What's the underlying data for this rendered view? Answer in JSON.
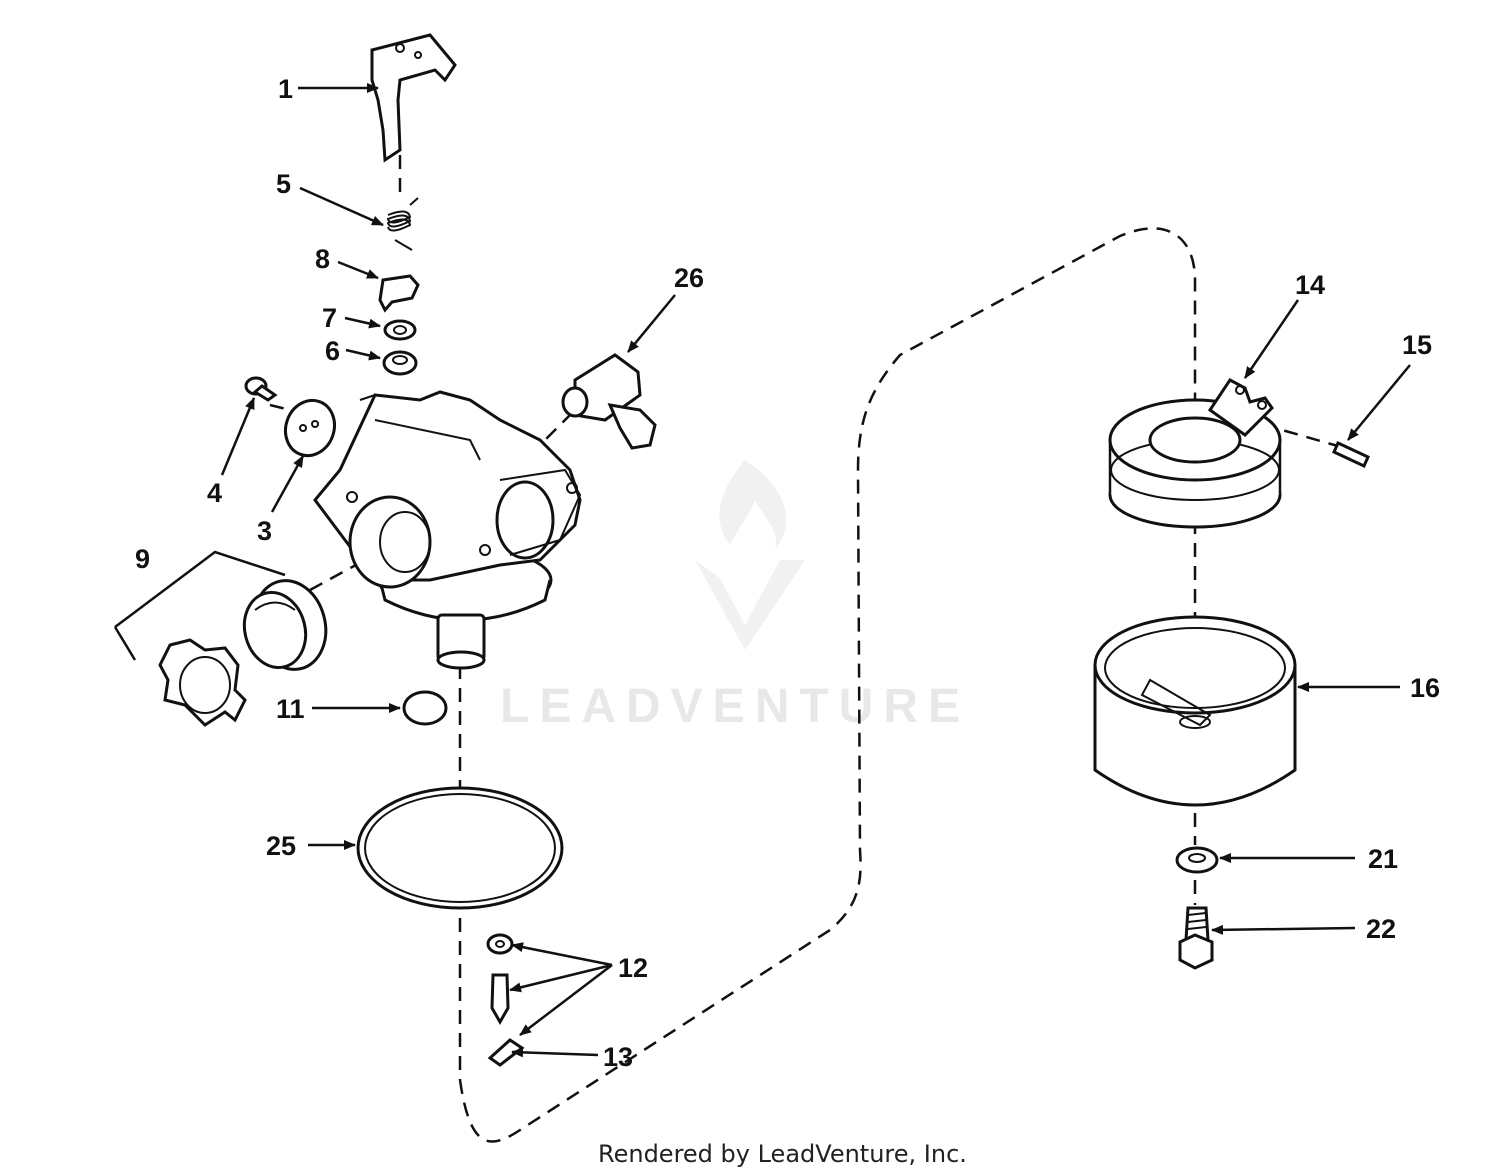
{
  "watermark": "LEADVENTURE",
  "footer": "Rendered by LeadVenture, Inc.",
  "callouts": {
    "c1": "1",
    "c5": "5",
    "c8": "8",
    "c7": "7",
    "c6": "6",
    "c26": "26",
    "c4": "4",
    "c3": "3",
    "c9": "9",
    "c11": "11",
    "c25": "25",
    "c12": "12",
    "c13": "13",
    "c14": "14",
    "c15": "15",
    "c16": "16",
    "c21": "21",
    "c22": "22"
  }
}
